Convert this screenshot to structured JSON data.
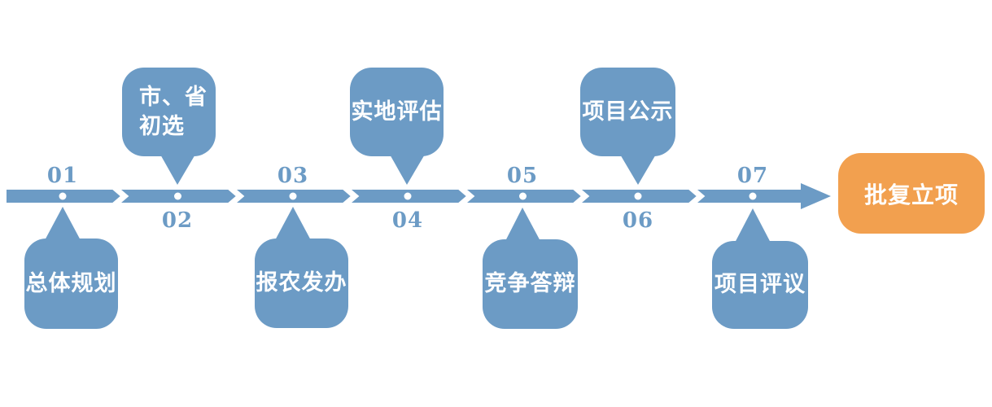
{
  "diagram": {
    "type": "process-timeline",
    "direction": "left-to-right"
  },
  "colors": {
    "primary_blue": "#6c9bc5",
    "accent_orange": "#f2a04f",
    "text_on_fill": "#ffffff",
    "background": "#ffffff"
  },
  "steps": [
    {
      "num": "01",
      "label": "总体规划",
      "bubble_position": "below"
    },
    {
      "num": "02",
      "label": "市、省\n初选",
      "bubble_position": "above"
    },
    {
      "num": "03",
      "label": "报农发办",
      "bubble_position": "below"
    },
    {
      "num": "04",
      "label": "实地评估",
      "bubble_position": "above"
    },
    {
      "num": "05",
      "label": "竞争答辩",
      "bubble_position": "below"
    },
    {
      "num": "06",
      "label": "项目公示",
      "bubble_position": "above"
    },
    {
      "num": "07",
      "label": "项目评议",
      "bubble_position": "below"
    }
  ],
  "result": {
    "label": "批复立项"
  }
}
